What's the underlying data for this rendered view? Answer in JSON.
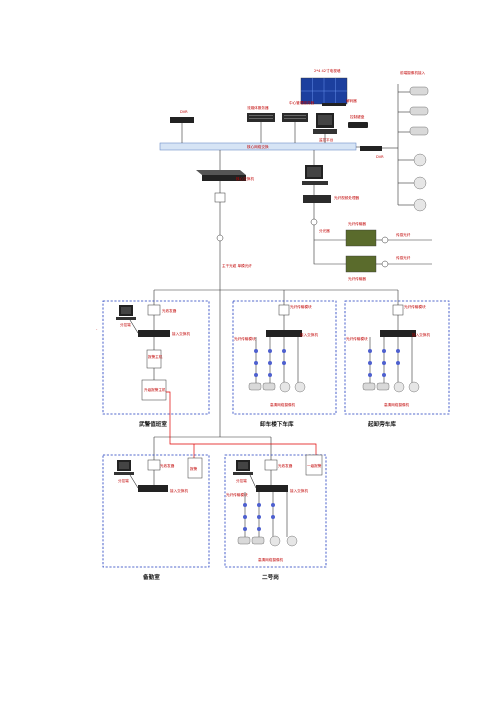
{
  "header": {
    "tv_wall": "2*4 42寸电视墙",
    "camera_access": "前端摄像机接入",
    "dvr_left": "DVR",
    "dvr_right": "DVR",
    "storage_server": "流媒体服务器",
    "mgmt_server": "中心管理服务器",
    "decoder": "解码器",
    "keyboard": "控制键盘",
    "monitor_platform": "监控平台",
    "backbone": "核心网络交换",
    "core_switch": "核心交换机",
    "fiber_processor": "光纤视频处理器",
    "fiber_relay": "光纤传输器",
    "fiber_relay2": "光纤传输器",
    "splitter": "分光器",
    "sensor1": "传感光纤",
    "sensor2": "传感光纤",
    "main_fiber": "主干光缆\n单模光纤"
  },
  "rooms": {
    "room1": {
      "caption": "武警值班室",
      "workstation": "分控端",
      "optical": "光收发器",
      "access_switch": "接入交换机",
      "alarm_host": "报警主机",
      "upgrade_host": "升级报警主机"
    },
    "room2": {
      "caption": "卸车楼下车库",
      "fiber_module_top": "光纤传输模块",
      "fiber_module": "光纤传输模块",
      "access_switch": "接入交换机",
      "cams": "高清网络摄像机"
    },
    "room3": {
      "caption": "起卸旁车库",
      "fiber_module_top": "光纤传输模块",
      "fiber_module": "光纤传输模块",
      "access_switch": "接入交换机",
      "cams": "高清网络摄像机"
    },
    "room4": {
      "caption": "备勤室",
      "workstation": "分控端",
      "optical": "光收发器",
      "alarm": "报警",
      "access_switch": "接入交换机"
    },
    "room5": {
      "caption": "二号岗",
      "workstation": "分控端",
      "optical": "光收发器",
      "alarm": "一级报警",
      "fiber_module": "光纤传输模块",
      "access_switch": "接入交换机",
      "cams": "高清网络摄像机"
    }
  },
  "colors": {
    "border_dash": "#1f3bbf",
    "label_red": "#c00000",
    "alarm_line": "#e00000",
    "backbone_fill": "#d6e4f5",
    "enclosure_green": "#5a6b2c"
  }
}
